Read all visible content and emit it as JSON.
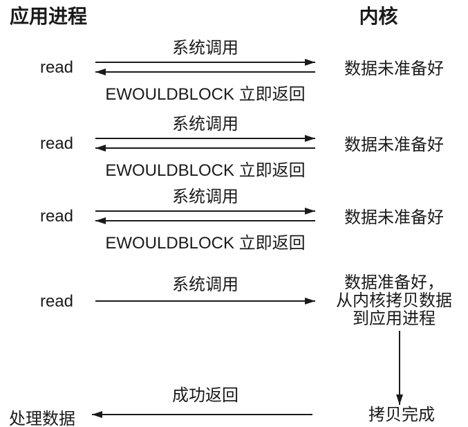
{
  "colors": {
    "ink": "#1a1a1a",
    "background": "#ffffff"
  },
  "headers": {
    "application_process": "应用进程",
    "kernel": "内核"
  },
  "polling_rounds": [
    {
      "read": "read",
      "syscall": "系统调用",
      "return_message": "EWOULDBLOCK 立即返回",
      "kernel_state": "数据未准备好"
    },
    {
      "read": "read",
      "syscall": "系统调用",
      "return_message": "EWOULDBLOCK 立即返回",
      "kernel_state": "数据未准备好"
    },
    {
      "read": "read",
      "syscall": "系统调用",
      "return_message": "EWOULDBLOCK 立即返回",
      "kernel_state": "数据未准备好"
    }
  ],
  "final_call": {
    "read": "read",
    "syscall": "系统调用",
    "kernel_state_line1": "数据准备好，",
    "kernel_state_line2": "从内核拷贝数据",
    "kernel_state_line3": "到应用进程"
  },
  "completion": {
    "copy_done": "拷贝完成",
    "success_return": "成功返回",
    "process_data": "处理数据"
  }
}
